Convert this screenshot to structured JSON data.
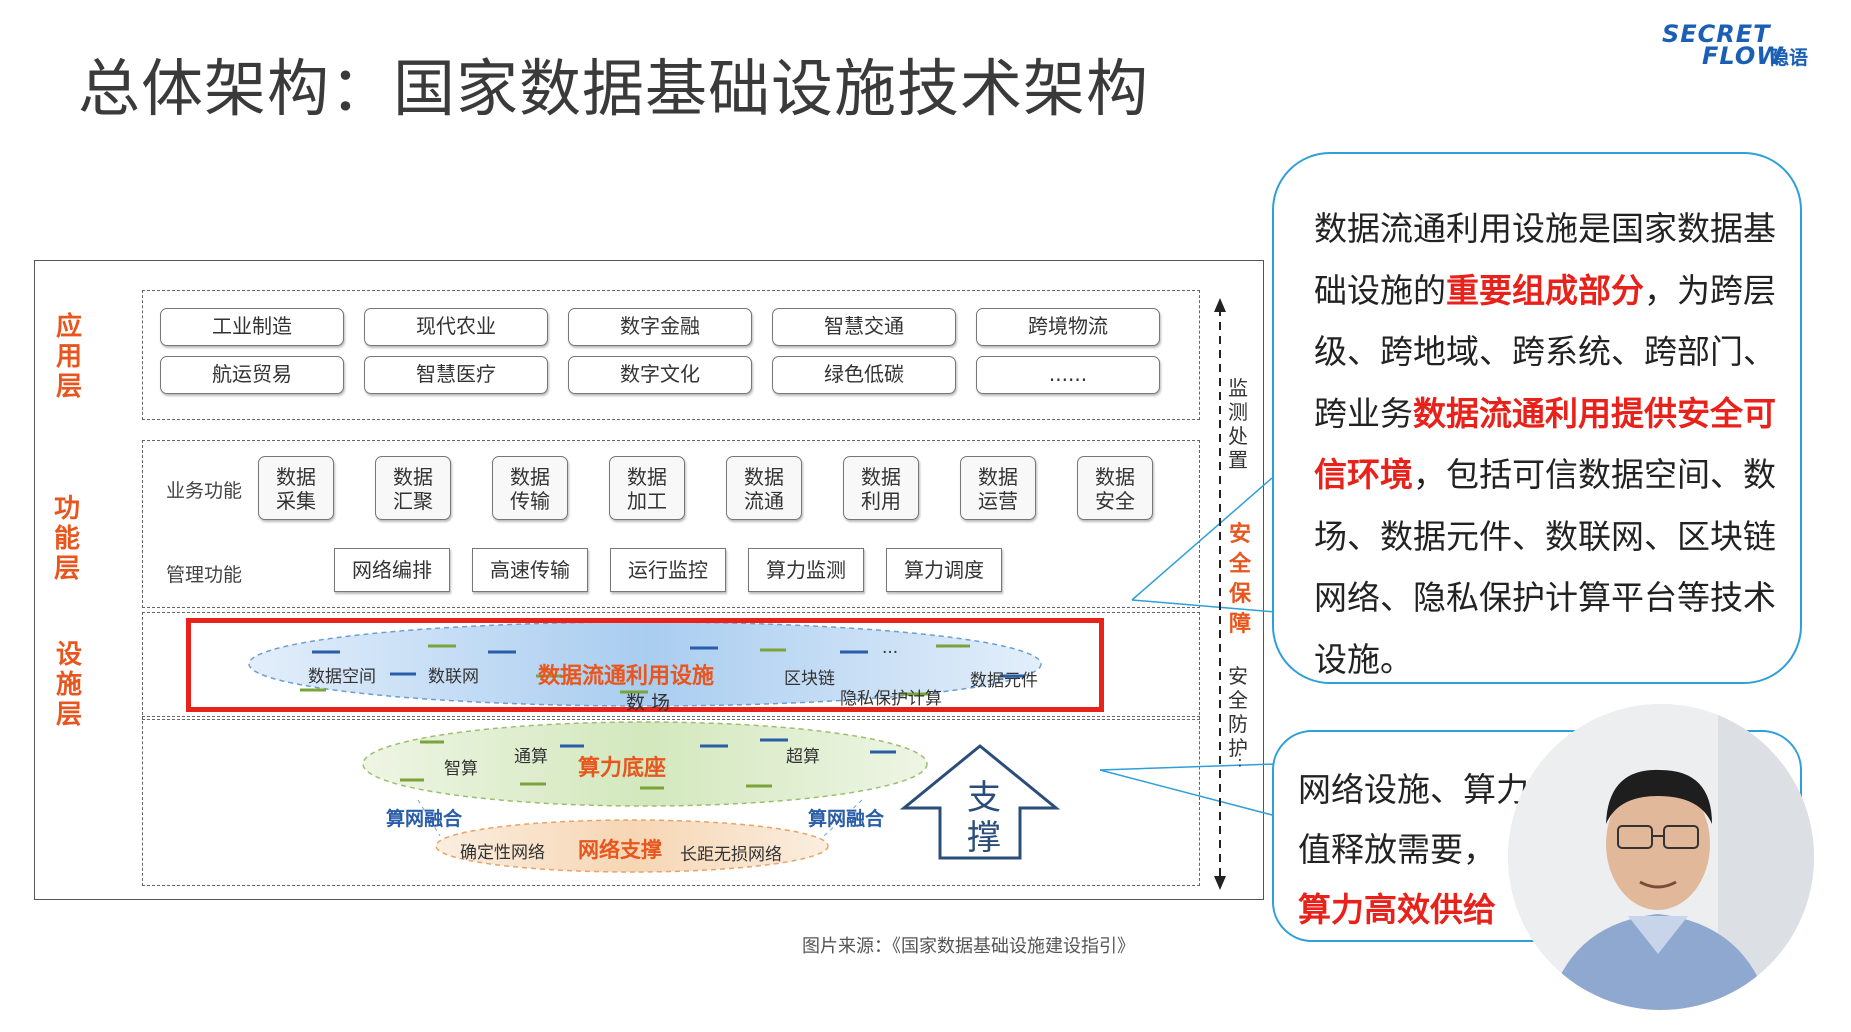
{
  "title": "总体架构：国家数据基础设施技术架构",
  "logo": {
    "line1": "SECRET",
    "line2": "FLOW",
    "cn": "隐语"
  },
  "layers": {
    "app": "应用层",
    "func": "功能层",
    "infra": "设施层"
  },
  "app_items": [
    "工业制造",
    "现代农业",
    "数字金融",
    "智慧交通",
    "跨境物流",
    "航运贸易",
    "智慧医疗",
    "数字文化",
    "绿色低碳",
    "......"
  ],
  "func": {
    "business_label": "业务功能",
    "business_items": [
      "数据\n采集",
      "数据\n汇聚",
      "数据\n传输",
      "数据\n加工",
      "数据\n流通",
      "数据\n利用",
      "数据\n运营",
      "数据\n安全"
    ],
    "mgmt_label": "管理功能",
    "mgmt_items": [
      "网络编排",
      "高速传输",
      "运行监控",
      "算力监测",
      "算力调度"
    ]
  },
  "infra": {
    "data_space": "数据空间",
    "data_net": "数联网",
    "data_facility": "数据流通利用设施",
    "blockchain": "区块链",
    "data_element": "数据元件",
    "privacy": "隐私保护计算",
    "data_field": "数 场",
    "ellipsis": "...",
    "smart_compute": "智算",
    "general_compute": "通算",
    "compute_base": "算力底座",
    "super_compute": "超算",
    "fusion_left": "算网融合",
    "fusion_right": "算网融合",
    "det_net": "确定性网络",
    "net_support": "网络支撑",
    "long_net": "长距无损网络",
    "support_arrow": "支撑"
  },
  "side": {
    "monitor": "监测处置",
    "security": "安全保障",
    "protect": "安全防护",
    "dots": "......"
  },
  "source": "图片来源：《国家数据基础设施建设指引》",
  "bubble1": {
    "p1": "数据流通利用设施是国家数据基础设施的",
    "r1": "重要组成部分",
    "p2": "，为跨层级、跨地域、跨系统、跨部门、跨业务",
    "r2": "数据流通利用提供安全可信环境",
    "p3": "，包括可信数据空间、数场、数据元件、数联网、区块链网络、隐私保护计算平台等技术设施。"
  },
  "bubble2": {
    "line1": "网络设施、算力",
    "line2": "值释放需要，",
    "line3": "算力高效供给"
  },
  "colors": {
    "accent": "#e8561e",
    "red": "#e8211b",
    "blue": "#2e9fd8"
  }
}
